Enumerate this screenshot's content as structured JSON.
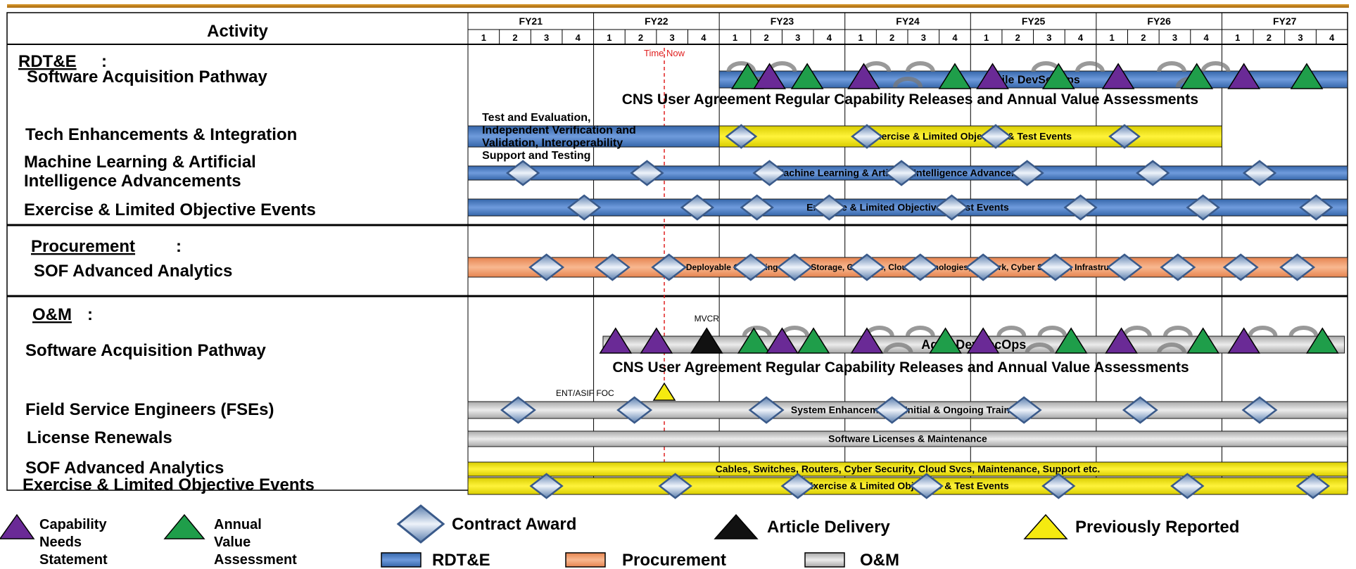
{
  "header": {
    "activity": "Activity",
    "fiscal_years": [
      "FY21",
      "FY22",
      "FY23",
      "FY24",
      "FY25",
      "FY26",
      "FY27"
    ],
    "quarters": [
      "1",
      "2",
      "3",
      "4"
    ]
  },
  "time_now": "Time Now",
  "sections": [
    {
      "title": "RDT&E",
      "colon": ":",
      "rows": [
        {
          "label": "Software Acquisition Pathway"
        },
        {
          "label": "Tech Enhancements & Integration"
        },
        {
          "label": "Machine Learning & Artificial",
          "label2": "Intelligence Advancements"
        },
        {
          "label": "Exercise & Limited Objective Events"
        }
      ]
    },
    {
      "title": "Procurement",
      "colon": ":",
      "rows": [
        {
          "label": "SOF Advanced Analytics"
        }
      ]
    },
    {
      "title": "O&M",
      "colon": ":",
      "rows": [
        {
          "label": "Software Acquisition Pathway"
        },
        {
          "label": "Field Service Engineers (FSEs)"
        },
        {
          "label": "License Renewals"
        },
        {
          "label": "SOF Advanced Analytics"
        },
        {
          "label": "Exercise & Limited Objective Events"
        }
      ]
    }
  ],
  "notes": {
    "rdte_sap_caption": "CNS User Agreement  Regular Capability Releases and Annual Value Assessments",
    "tech_text": [
      "Test and Evaluation,",
      "Independent Verification and",
      "Validation, Interoperability",
      "Support and Testing"
    ],
    "om_sap_caption": "CNS User Agreement  Regular Capability Releases and Annual Value Assessments",
    "mvcr": "MVCR",
    "ent_asif": "ENT/ASIF FOC"
  },
  "bar_texts": {
    "rdte_sap": "Agile DevSecOps",
    "tech_yellow": "Exercise & Limited Objective & Test Events",
    "ml": "Machine Learning & Artificial Intelligence Advancements",
    "exercise": "Exercise & Limited Objective & Test Events",
    "procurement": "Deployable Computing Power; Storage, Compute, Cloud Technologies, Network, Cyber Security, Infrastructure",
    "om_sap": "Agile DevSecOps",
    "fse": "System Enhancements; Initial & Ongoing Training",
    "license": "Software Licenses & Maintenance",
    "om_analytics": "Cables, Switches, Routers, Cyber Security, Cloud Svcs, Maintenance, Support etc.",
    "om_exercise": "Exercise & Limited Objective & Test Events"
  },
  "legend": {
    "capability": [
      "Capability",
      "Needs",
      "Statement"
    ],
    "annual": [
      "Annual",
      "Value",
      "Assessment"
    ],
    "contract": "Contract Award",
    "article": "Article Delivery",
    "previous": "Previously Reported",
    "rdte": "RDT&E",
    "procurement": "Procurement",
    "om": "O&M"
  },
  "colors": {
    "rdte": "#4a7cc4",
    "procurement": "#f0a070",
    "om": "#cfcfcf",
    "yellow": "#f5ea10",
    "purple": "#6a2a96",
    "green": "#1f9e4a",
    "black": "#111111",
    "time_now": "#e02020"
  },
  "chart_data": {
    "type": "gantt",
    "x_axis": "Fiscal year quarter",
    "timeline": [
      "FY21",
      "FY22",
      "FY23",
      "FY24",
      "FY25",
      "FY26",
      "FY27"
    ],
    "time_now": "FY22 Q3",
    "bars": [
      {
        "row": "RDT&E Software Acquisition Pathway",
        "start": "FY23 Q1",
        "end": "FY27 Q4",
        "category": "RDT&E"
      },
      {
        "row": "RDT&E Tech Enhancements & Integration",
        "start": "FY21 Q1",
        "end": "FY22 Q4",
        "category": "RDT&E"
      },
      {
        "row": "RDT&E Tech Enhancements & Integration",
        "start": "FY23 Q1",
        "end": "FY26 Q4",
        "category": "Previously Reported"
      },
      {
        "row": "Machine Learning & Artificial Intelligence Advancements",
        "start": "FY21 Q1",
        "end": "FY27 Q4",
        "category": "RDT&E"
      },
      {
        "row": "RDT&E Exercise & Limited Objective Events",
        "start": "FY21 Q1",
        "end": "FY27 Q4",
        "category": "RDT&E"
      },
      {
        "row": "Procurement SOF Advanced Analytics",
        "start": "FY21 Q1",
        "end": "FY27 Q4",
        "category": "Procurement"
      },
      {
        "row": "O&M Software Acquisition Pathway",
        "start": "FY22 Q1",
        "end": "FY27 Q4",
        "category": "O&M"
      },
      {
        "row": "Field Service Engineers (FSEs)",
        "start": "FY21 Q1",
        "end": "FY27 Q4",
        "category": "O&M"
      },
      {
        "row": "License Renewals",
        "start": "FY21 Q1",
        "end": "FY27 Q4",
        "category": "O&M"
      },
      {
        "row": "O&M SOF Advanced Analytics",
        "start": "FY21 Q1",
        "end": "FY27 Q4",
        "category": "Previously Reported"
      },
      {
        "row": "O&M Exercise & Limited Objective Events",
        "start": "FY21 Q1",
        "end": "FY27 Q4",
        "category": "Previously Reported"
      }
    ]
  }
}
